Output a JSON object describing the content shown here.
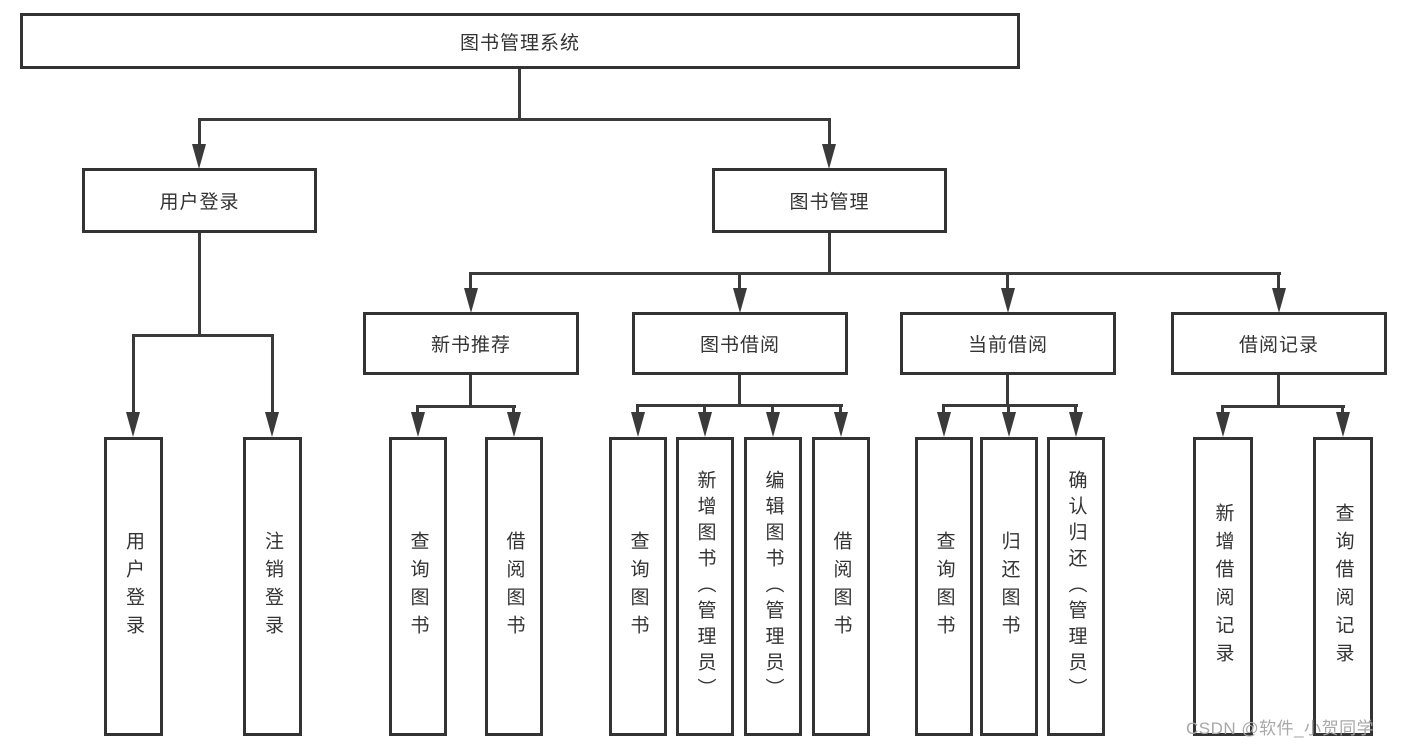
{
  "diagram": {
    "title": "图书管理系统",
    "branches": {
      "user_login": {
        "label": "用户登录",
        "children": [
          "用户登录",
          "注销登录"
        ]
      },
      "book_management": {
        "label": "图书管理",
        "sections": {
          "new_book_recommend": {
            "label": "新书推荐",
            "children": [
              "查询图书",
              "借阅图书"
            ]
          },
          "book_borrow": {
            "label": "图书借阅",
            "children": [
              "查询图书",
              "新增图书（管理员）",
              "编辑图书（管理员）",
              "借阅图书"
            ]
          },
          "current_borrow": {
            "label": "当前借阅",
            "children": [
              "查询图书",
              "归还图书",
              "确认归还（管理员）"
            ]
          },
          "borrow_records": {
            "label": "借阅记录",
            "children": [
              "新增借阅记录",
              "查询借阅记录"
            ]
          }
        }
      }
    }
  },
  "watermark": {
    "text": "CSDN @软件_小贺同学"
  },
  "colors": {
    "line": "#3a3a3a",
    "box_border": "#333333",
    "text": "#333333",
    "watermark": "#a8a8a8",
    "background": "#ffffff"
  }
}
